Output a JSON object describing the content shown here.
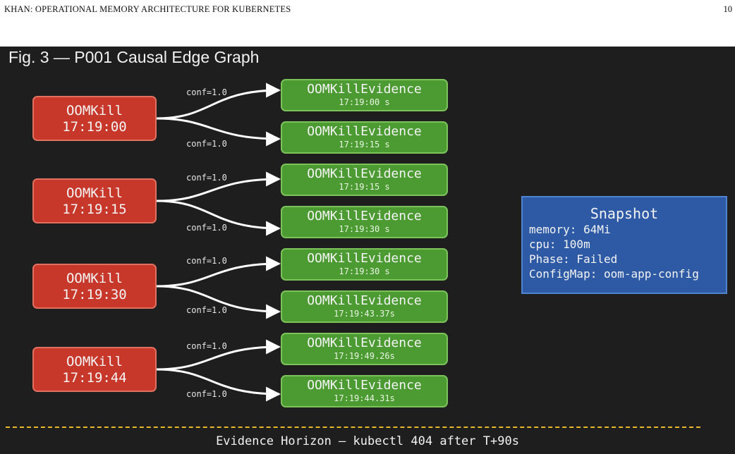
{
  "running_head": {
    "title": "KHAN: OPERATIONAL MEMORY ARCHITECTURE FOR KUBERNETES",
    "page": "10"
  },
  "figure": {
    "title": "Fig. 3 — P001 Causal Edge Graph",
    "colors": {
      "background": "#1e1e1f",
      "cause": "#c7382b",
      "evidence": "#4b9a32",
      "snapshot": "#2e5aa5",
      "horizon": "#e8b82a"
    },
    "causes": [
      {
        "label": "OOMKill",
        "time": "17:19:00"
      },
      {
        "label": "OOMKill",
        "time": "17:19:15"
      },
      {
        "label": "OOMKill",
        "time": "17:19:30"
      },
      {
        "label": "OOMKill",
        "time": "17:19:44"
      }
    ],
    "evidence": [
      {
        "label": "OOMKillEvidence",
        "time": "17:19:00 s"
      },
      {
        "label": "OOMKillEvidence",
        "time": "17:19:15 s"
      },
      {
        "label": "OOMKillEvidence",
        "time": "17:19:15 s"
      },
      {
        "label": "OOMKillEvidence",
        "time": "17:19:30 s"
      },
      {
        "label": "OOMKillEvidence",
        "time": "17:19:30 s"
      },
      {
        "label": "OOMKillEvidence",
        "time": "17:19:43.37s"
      },
      {
        "label": "OOMKillEvidence",
        "time": "17:19:49.26s"
      },
      {
        "label": "OOMKillEvidence",
        "time": "17:19:44.31s"
      }
    ],
    "edge_labels": [
      "conf=1.0",
      "conf=1.0",
      "conf=1.0",
      "conf=1.0",
      "conf=1.0",
      "conf=1.0",
      "conf=1.0",
      "conf=1.0"
    ],
    "snapshot": {
      "title": "Snapshot",
      "lines": [
        "memory: 64Mi",
        "cpu: 100m",
        "Phase: Failed",
        "ConfigMap: oom-app-config"
      ]
    },
    "horizon_label": "Evidence Horizon – kubectl 404 after T+90s"
  }
}
